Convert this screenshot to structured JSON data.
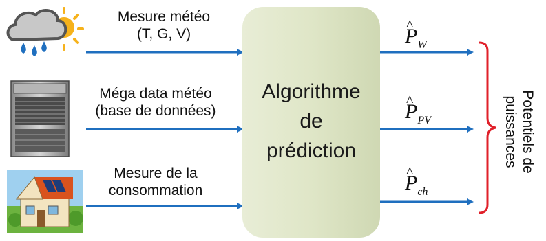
{
  "inputs": [
    {
      "line1": "Mesure météo",
      "line2": "(T, G, V)"
    },
    {
      "line1": "Méga data météo",
      "line2": "(base de données)"
    },
    {
      "line1": "Mesure de la",
      "line2": "consommation"
    }
  ],
  "block": {
    "line1": "Algorithme",
    "line2": "de",
    "line3": "prédiction"
  },
  "outputs": [
    {
      "symbol": "P",
      "sub": "W"
    },
    {
      "symbol": "P",
      "sub": "PV"
    },
    {
      "symbol": "P",
      "sub": "ch"
    }
  ],
  "result": {
    "line1": "Potentiels de",
    "line2": "puissances"
  },
  "colors": {
    "arrow": "#1f6fbf",
    "block": "#dfe6c7",
    "brace": "#e0202a"
  },
  "icons": [
    "weather-cloud-sun-rain-icon",
    "server-rack-icon",
    "solar-house-icon"
  ]
}
